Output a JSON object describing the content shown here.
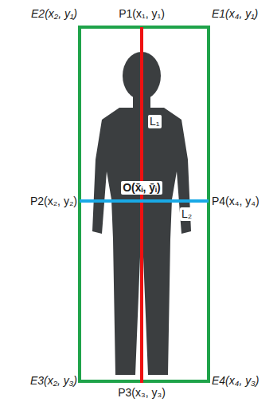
{
  "diagram": {
    "labels": [
      "E2(x₂, y₁)",
      "P1(x₁, y₁)",
      "E1(x₄, y₁)",
      "L₁",
      "P2(x₂, y₂)",
      "O(x̄ᵢ, ȳᵢ)",
      "P4(x₄, y₄)",
      "L₂",
      "E3(x₂, y₃)",
      "P3(x₃, y₃)",
      "E4(x₄, y₃)"
    ]
  }
}
